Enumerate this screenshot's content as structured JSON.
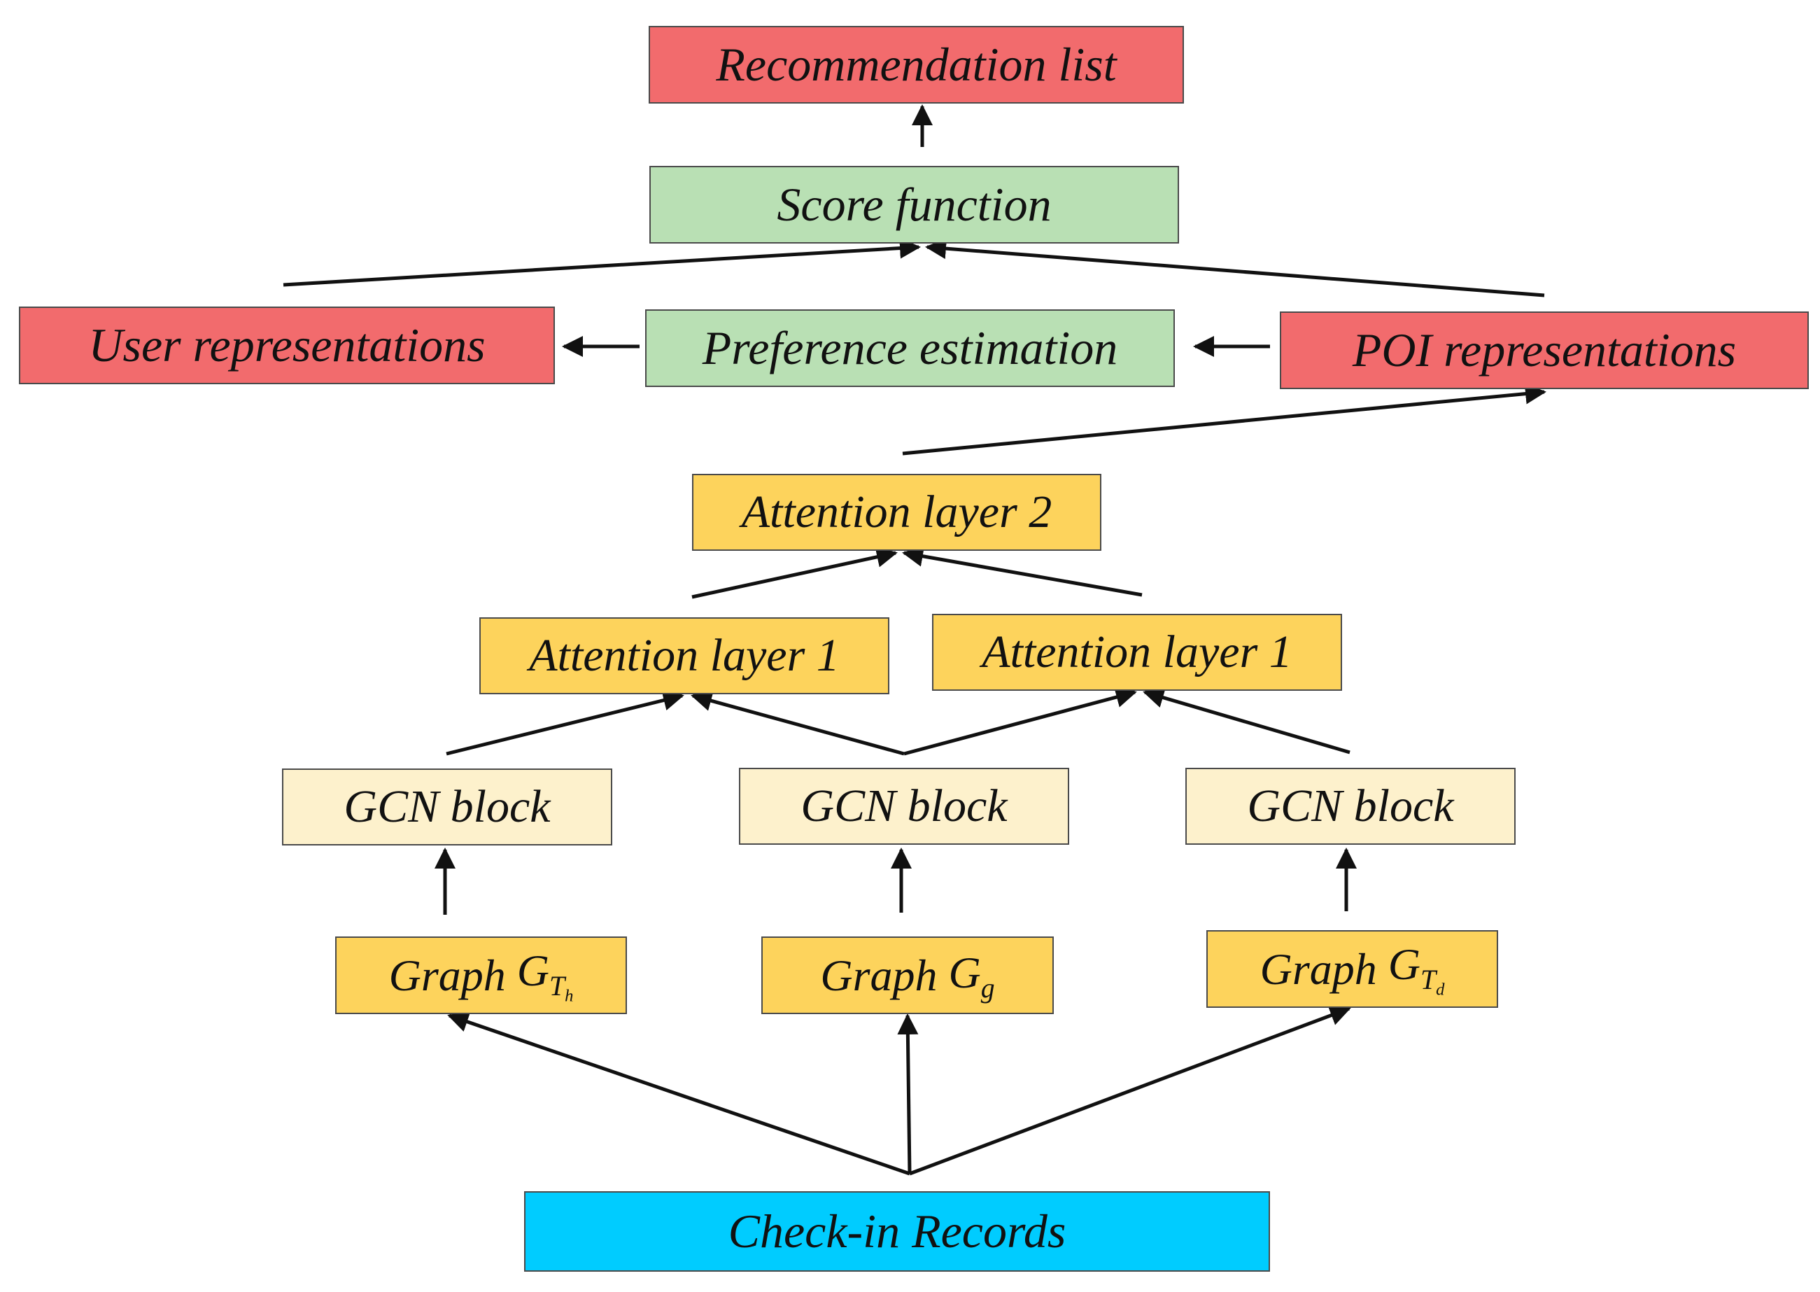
{
  "colors": {
    "red": "#f26b6d",
    "green": "#b9e0b4",
    "yellow": "#fdd35c",
    "cream": "#fdf1cc",
    "cyan": "#00ccff",
    "arrow": "#111111"
  },
  "nodes": {
    "recommendation_list": "Recommendation list",
    "score_function": "Score function",
    "user_representations": "User representations",
    "preference_estimation": "Preference estimation",
    "poi_representations": "POI representations",
    "attention_layer_2": "Attention layer 2",
    "attention_layer_1_left": "Attention layer 1",
    "attention_layer_1_right": "Attention layer 1",
    "gcn_block_left": "GCN block",
    "gcn_block_middle": "GCN block",
    "gcn_block_right": "GCN block",
    "graph_left": {
      "word": "Graph",
      "symbol": "G",
      "sub": "T",
      "subsub": "h"
    },
    "graph_middle": {
      "word": "Graph",
      "symbol": "G",
      "sub": "g"
    },
    "graph_right": {
      "word": "Graph",
      "symbol": "G",
      "sub": "T",
      "subsub": "d"
    },
    "check_in_records": "Check-in Records"
  }
}
